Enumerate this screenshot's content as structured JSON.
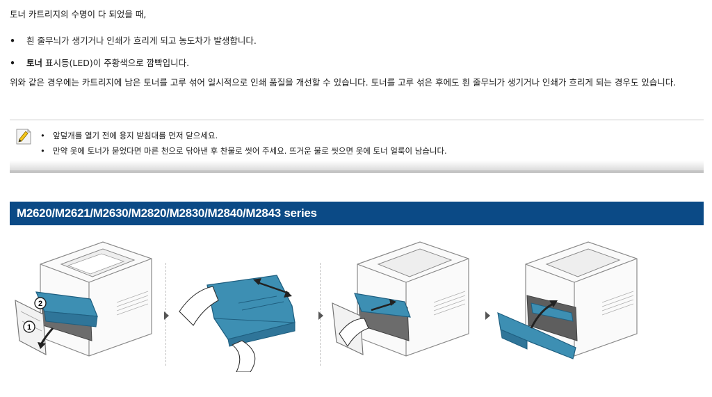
{
  "intro": "토너 카트리지의 수명이 다 되었을 때,",
  "bullets": [
    {
      "dot": "•",
      "bold": "",
      "text": "흰 줄무늬가 생기거나 인쇄가 흐리게 되고 농도차가 발생합니다."
    },
    {
      "dot": "•",
      "bold": "토너",
      "text": " 표시등(LED)이 주황색으로 깜빡입니다."
    }
  ],
  "paragraph": "위와 같은 경우에는 카트리지에 남은 토너를 고루 섞어 일시적으로 인쇄 품질을 개선할 수 있습니다. 토너를 고루 섞은 후에도 흰 줄무늬가 생기거나 인쇄가 흐리게 되는 경우도 있습니다.",
  "note": {
    "icon": "note-pencil-icon",
    "items": [
      {
        "dot": "•",
        "text": "앞덮개를 열기 전에 용지 받침대를 먼저 닫으세요."
      },
      {
        "dot": "•",
        "text": "만약 옷에 토너가 묻었다면 마른 천으로 닦아낸 후 찬물로 씻어 주세요. 뜨거운 물로 씻으면 옷에 토너 얼룩이 남습니다."
      }
    ]
  },
  "section_title": "M2620/M2621/M2630/M2820/M2830/M2840/M2843 series",
  "figures": {
    "step1": {
      "callout_1": "1",
      "callout_2": "2"
    }
  },
  "colors": {
    "banner": "#0b4a86",
    "toner": "#3d8fb3"
  }
}
